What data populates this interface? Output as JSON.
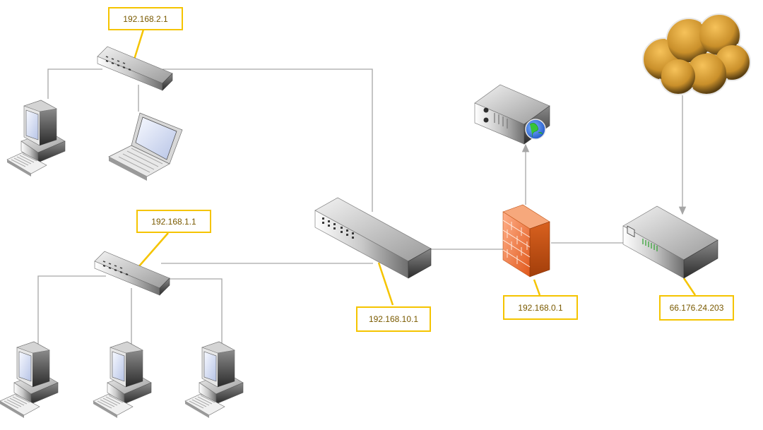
{
  "diagram": {
    "labels": {
      "router_lan2": "192.168.2.1",
      "router_lan1": "192.168.1.1",
      "core_switch": "192.168.10.1",
      "firewall": "192.168.0.1",
      "modem": "66.176.24.203"
    },
    "colors": {
      "line": "#a6a6a6",
      "callout_border": "#f5c400",
      "callout_text": "#7a5a00",
      "callout_leader": "#f5c400",
      "firewall_orange": "#f07a2e",
      "cloud_gold": "#e0a43a"
    },
    "nodes": [
      {
        "id": "internet",
        "icon": "cloud-icon"
      },
      {
        "id": "modem",
        "icon": "modem-icon"
      },
      {
        "id": "firewall",
        "icon": "firewall-icon"
      },
      {
        "id": "web-server",
        "icon": "web-server-icon"
      },
      {
        "id": "core-switch",
        "icon": "switch-icon"
      },
      {
        "id": "hub-lan2",
        "icon": "hub-icon"
      },
      {
        "id": "hub-lan1",
        "icon": "hub-icon"
      },
      {
        "id": "pc-lan2",
        "icon": "desktop-pc-icon"
      },
      {
        "id": "laptop-lan2",
        "icon": "laptop-icon"
      },
      {
        "id": "pc-lan1-a",
        "icon": "desktop-pc-icon"
      },
      {
        "id": "pc-lan1-b",
        "icon": "desktop-pc-icon"
      },
      {
        "id": "pc-lan1-c",
        "icon": "desktop-pc-icon"
      }
    ]
  }
}
